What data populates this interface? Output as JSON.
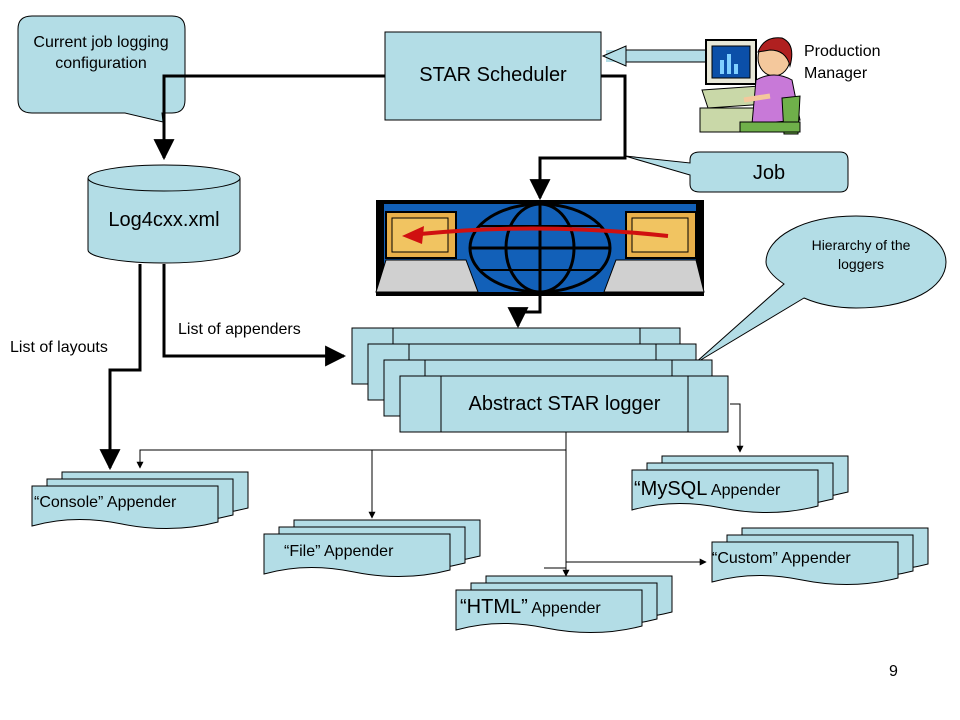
{
  "callouts": {
    "current_job_logging": "Current job logging configuration",
    "job": "Job",
    "hierarchy": "Hierarchy of the loggers"
  },
  "boxes": {
    "scheduler": "STAR Scheduler",
    "log4cxx": "Log4cxx.xml",
    "abstract_logger": "Abstract STAR logger"
  },
  "people": {
    "production_manager": "Production Manager"
  },
  "edge_labels": {
    "layouts": "List of layouts",
    "appenders": "List of appenders"
  },
  "appenders": {
    "console": "“Console” Appender",
    "file": "“File” Appender",
    "html_a": "“HTML”",
    "html_b": "Appender",
    "mysql_a": "“MySQL",
    "mysql_b": "Appender",
    "custom": "“Custom” Appender"
  },
  "colors": {
    "box_fill": "#b3dde6",
    "outline": "#000000",
    "monitor_blue": "#0b4fa8"
  },
  "page_number": "9"
}
